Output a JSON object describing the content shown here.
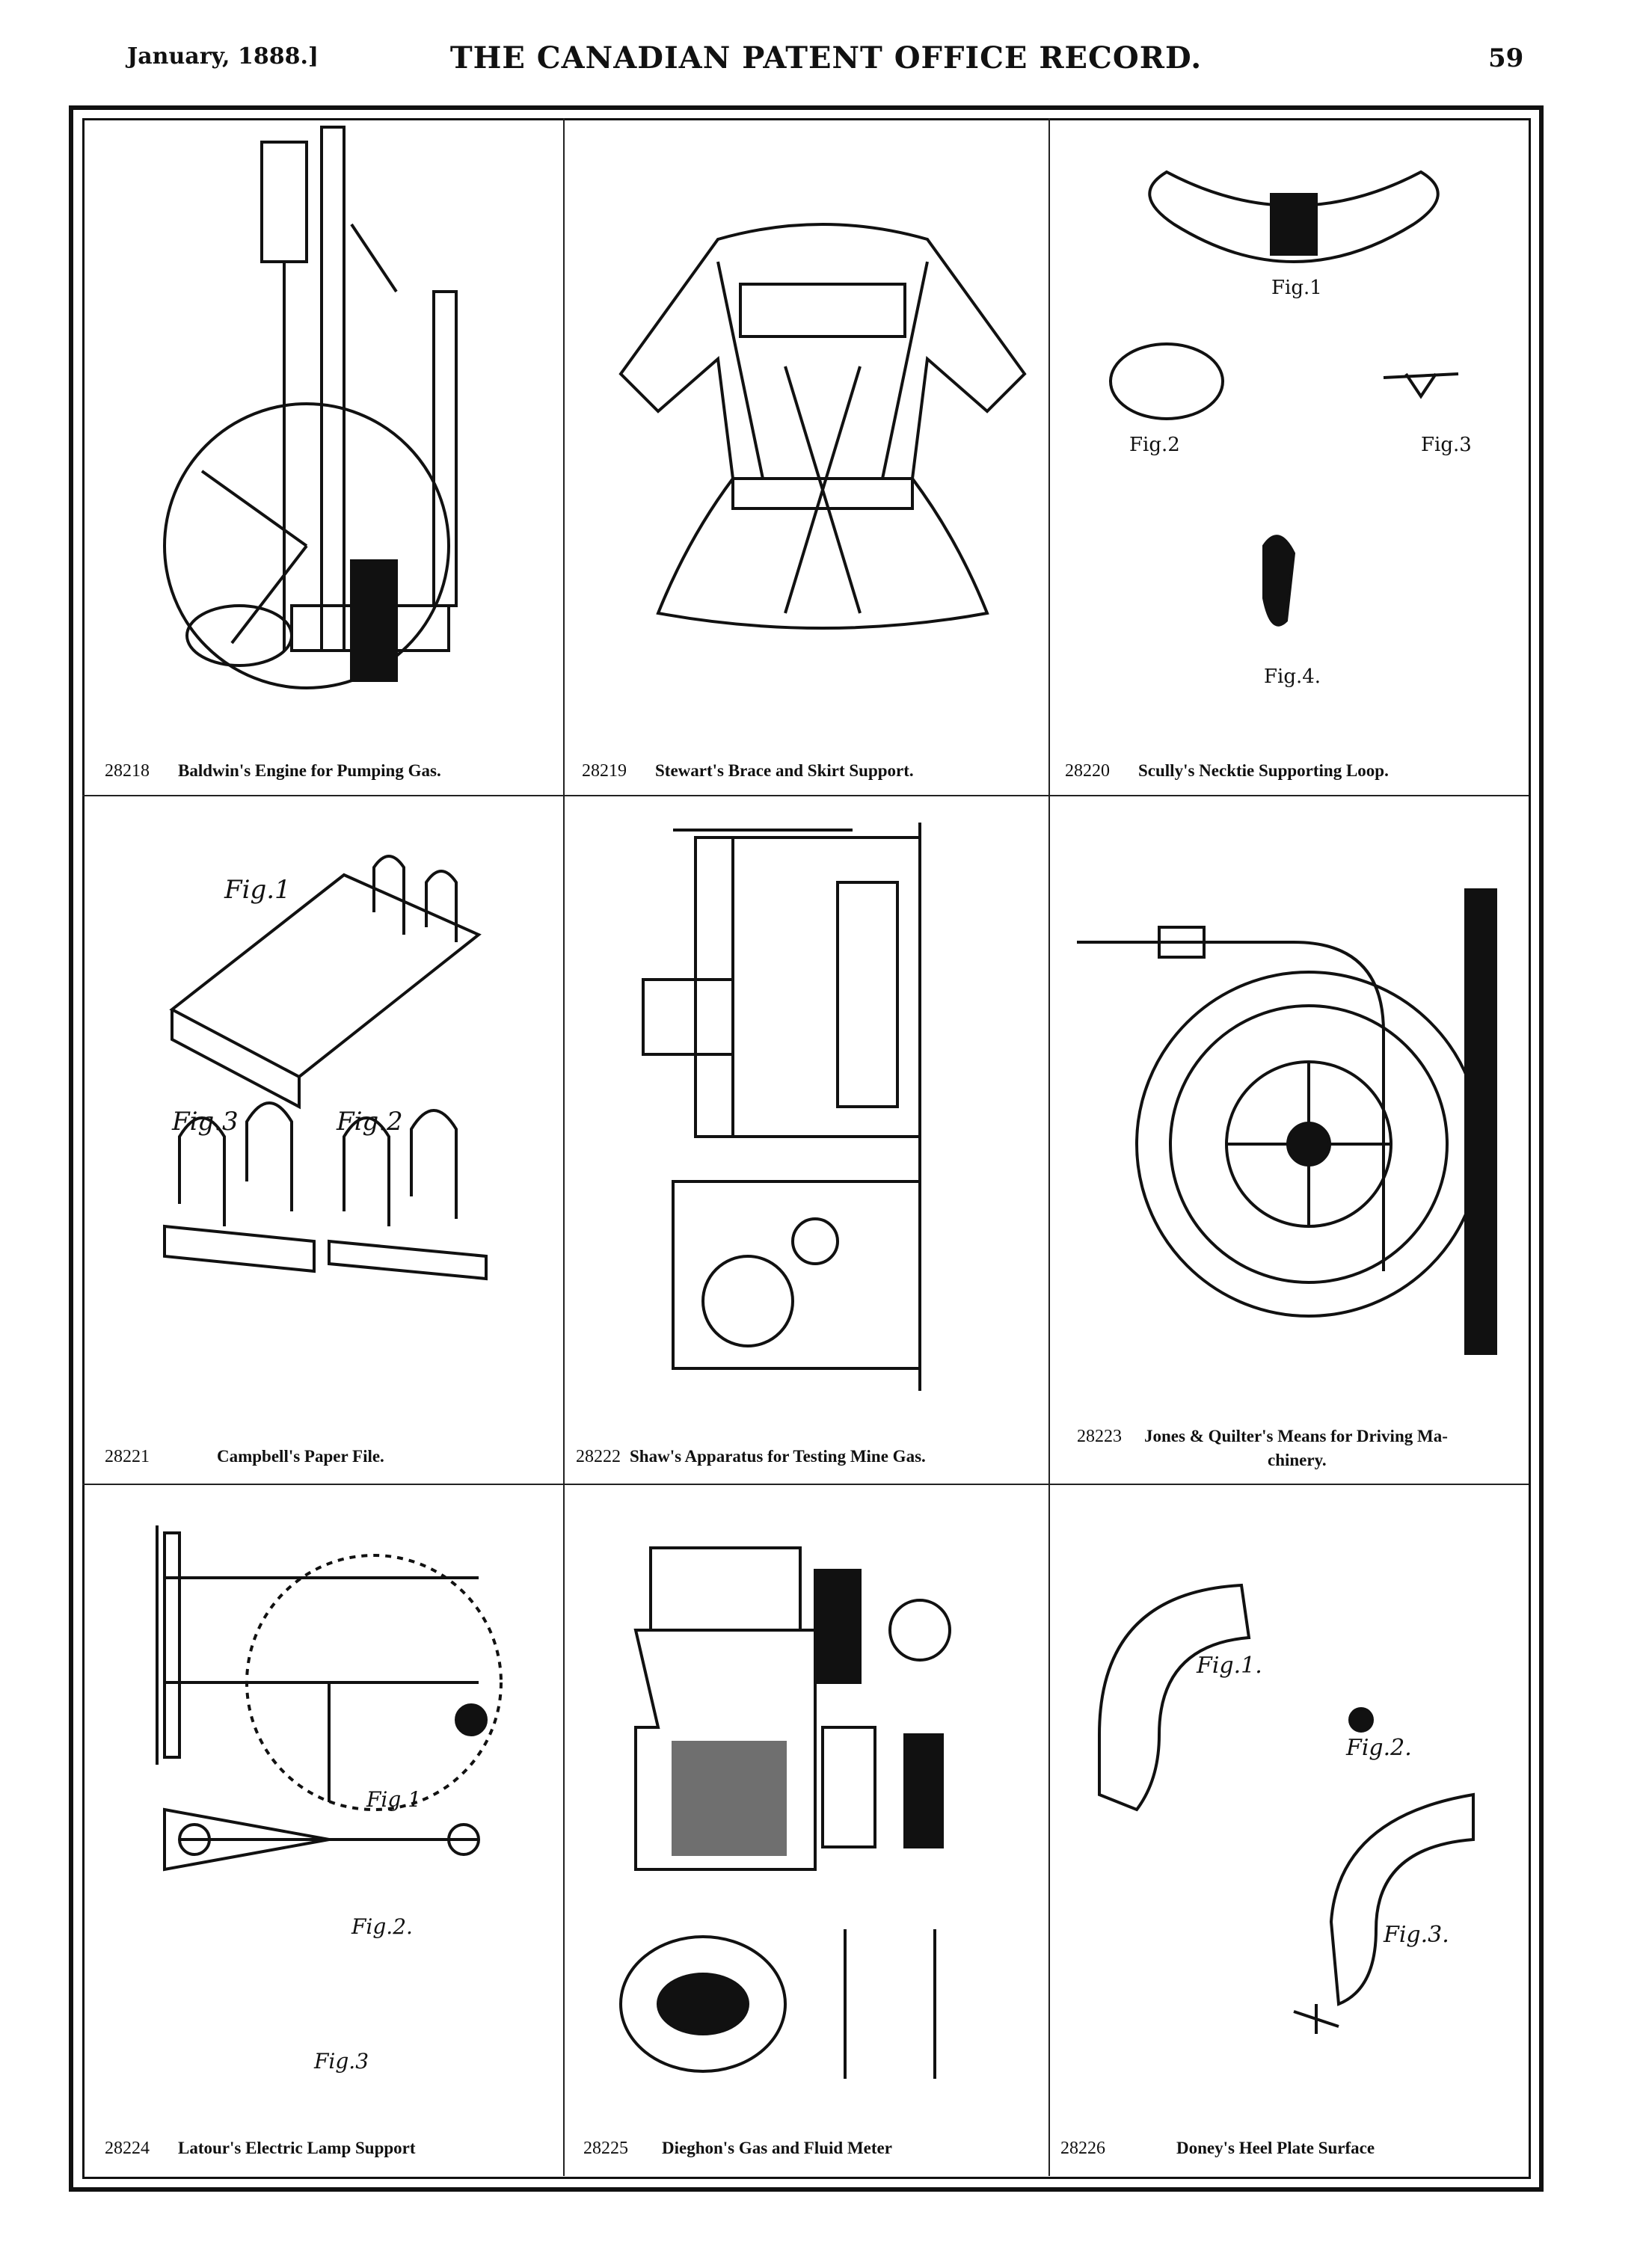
{
  "header": {
    "date": "January, 1888.]",
    "title": "THE CANADIAN PATENT OFFICE RECORD.",
    "page_number": "59"
  },
  "patents": [
    {
      "number": "28218",
      "title": "Baldwin's Engine for Pumping Gas."
    },
    {
      "number": "28219",
      "title": "Stewart's Brace and Skirt Support."
    },
    {
      "number": "28220",
      "title": "Scully's Necktie Supporting Loop."
    },
    {
      "number": "28221",
      "title": "Campbell's Paper File."
    },
    {
      "number": "28222",
      "title": "Shaw's Apparatus for Testing Mine Gas."
    },
    {
      "number": "28223",
      "title": "Jones & Quilter's Means for Driving Ma-",
      "title2": "chinery."
    },
    {
      "number": "28224",
      "title": "Latour's Electric Lamp Support"
    },
    {
      "number": "28225",
      "title": "Dieghon's Gas and Fluid Meter"
    },
    {
      "number": "28226",
      "title": "Doney's Heel Plate Surface"
    }
  ],
  "figure_labels": {
    "scully": [
      "Fig.1",
      "Fig.2",
      "Fig.3",
      "Fig.4."
    ],
    "campbell": [
      "Fig.1",
      "Fig.3",
      "Fig.2"
    ],
    "latour": [
      "Fig.1",
      "Fig.2.",
      "Fig.3"
    ],
    "doney": [
      "Fig.1.",
      "Fig.2.",
      "Fig.3."
    ]
  }
}
